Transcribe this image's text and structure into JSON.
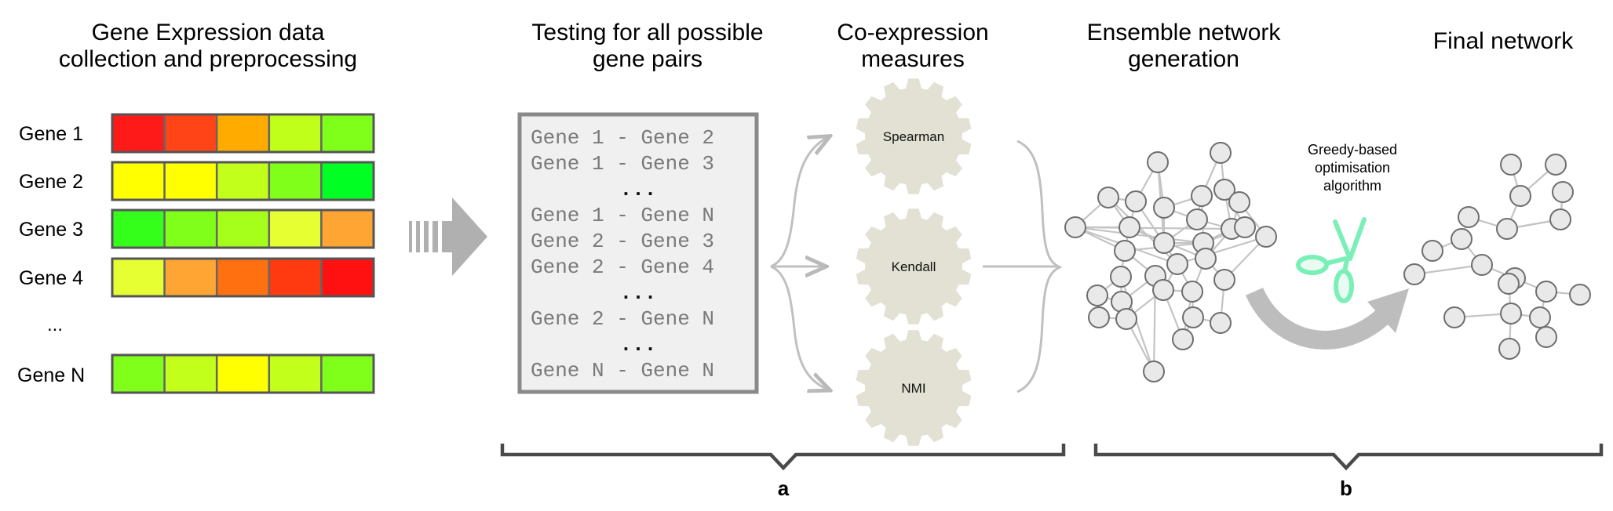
{
  "headings": {
    "collection_line1": "Gene Expression data",
    "collection_line2": "collection and preprocessing",
    "testing_line1": "Testing for all possible",
    "testing_line2": "gene pairs",
    "coexp_line1": "Co-expression",
    "coexp_line2": "measures",
    "ensemble_line1": "Ensemble network",
    "ensemble_line2": "generation",
    "final": "Final network"
  },
  "genes": [
    {
      "label": "Gene 1",
      "colors": [
        "#ff1a1a",
        "#ff4517",
        "#ffab00",
        "#bfff1a",
        "#80ff1a"
      ]
    },
    {
      "label": "Gene 2",
      "colors": [
        "#ffff00",
        "#ffff00",
        "#c2ff1a",
        "#80ff1a",
        "#00ff22"
      ]
    },
    {
      "label": "Gene 3",
      "colors": [
        "#33ff1a",
        "#80ff1a",
        "#a6ff1a",
        "#e6ff33",
        "#ffa533"
      ]
    },
    {
      "label": "Gene 4",
      "colors": [
        "#e6ff33",
        "#ffa533",
        "#ff7011",
        "#ff3a11",
        "#ff1111"
      ]
    },
    {
      "label": "Gene N",
      "colors": [
        "#80ff1a",
        "#c2ff1a",
        "#ffff00",
        "#c2ff1a",
        "#80ff1a"
      ]
    }
  ],
  "gene_ellipsis": "...",
  "pairs": [
    "Gene 1 - Gene 2",
    "Gene 1 - Gene 3",
    "...",
    "Gene 1 - Gene N",
    "Gene 2 - Gene 3",
    "Gene 2 - Gene 4",
    "...",
    "Gene 2 - Gene N",
    "...",
    "Gene N - Gene N"
  ],
  "measures": [
    "Spearman",
    "Kendall",
    "NMI"
  ],
  "algorithm": {
    "line1": "Greedy-based",
    "line2": "optimisation",
    "line3": "algorithm"
  },
  "brace_labels": {
    "a": "a",
    "b": "b"
  },
  "colors": {
    "gear": "#e2e1d3",
    "scissors": "#7af0b8",
    "node_fill": "#e9e9e9",
    "node_stroke": "#6e6e6e",
    "edge": "#c4c4c4",
    "arrow": "#b6b6b6",
    "brace": "#4a4a4a"
  }
}
